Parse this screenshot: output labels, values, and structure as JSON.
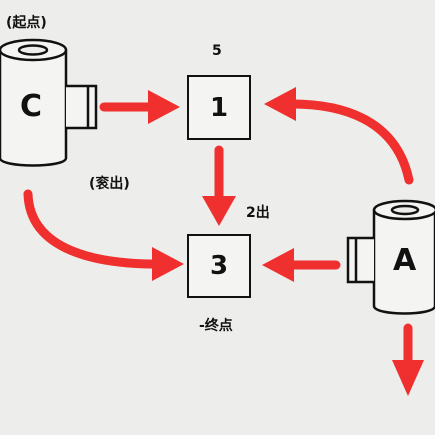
{
  "labels": {
    "start": "(起点)",
    "top_number": "5",
    "mid_left": "(衮出)",
    "mid_right": "2出",
    "end": "-终点"
  },
  "nodes": {
    "c_letter": "C",
    "a_letter": "A",
    "box_top": "1",
    "box_bottom": "3"
  },
  "colors": {
    "arrow": "#f0302e",
    "outline": "#111111",
    "background": "#ededeb"
  }
}
